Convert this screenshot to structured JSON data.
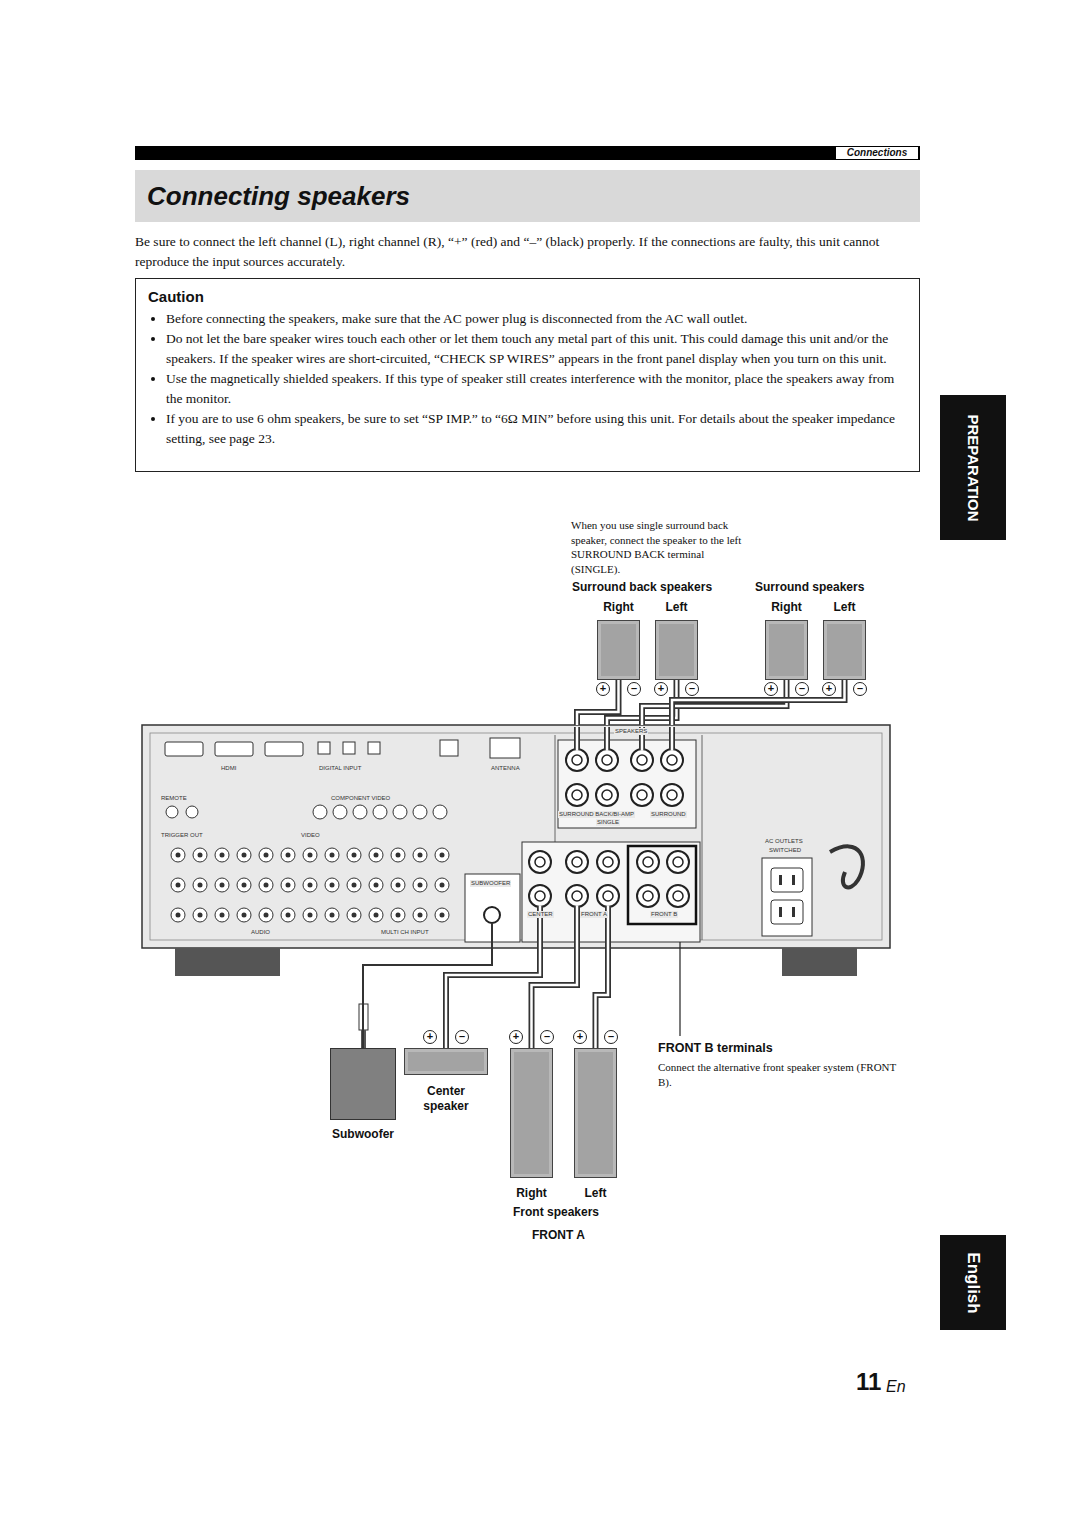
{
  "diagram": {
    "title": "Connecting speakers",
    "nodes": [
      {
        "text": [
          "Connections"
        ]
      },
      {
        "text": [
          "Connecting speakers"
        ]
      },
      {
        "text": [
          "Caution",
          "Before connecting the speakers, make sure that the AC power plug is disconnected from the AC wall outlet.",
          "Do not let the bare speaker wires touch each other or let them touch any metal part of this unit. This could damage this unit and/or the speakers. If the speaker wires are short-circuited, “CHECK SP WIRES” appears in the front panel display when you turn on this unit.",
          "Use the magnetically shielded speakers. If this type of speaker still creates interference with the monitor, place the speakers away from the monitor.",
          "If you are to use 6 ohm speakers, be sure to set “SP IMP.” to “6Ω MIN” before using this unit. For details about the speaker impedance setting, see page 23."
        ]
      },
      {
        "text": [
          "PREPARATION"
        ]
      },
      {
        "text": [
          "Right"
        ]
      },
      {
        "text": [
          "Left"
        ]
      },
      {
        "text": [
          "Right"
        ]
      },
      {
        "text": [
          "Left"
        ]
      },
      {
        "text": [
          "SPEAKERS",
          "SURROUND BACK/BI-AMP",
          "SURROUND",
          "SINGLE",
          "CENTER",
          "FRONT A",
          "FRONT B",
          "SUBWOOFER",
          "AC OUTLETS",
          "SWITCHED",
          "ANTENNA",
          "HDMI",
          "DIGITAL INPUT",
          "COMPONENT VIDEO",
          "VIDEO",
          "REMOTE",
          "TRIGGER OUT",
          "AUDIO",
          "MULTI CH INPUT"
        ]
      },
      {
        "text": [
          "Subwoofer"
        ]
      },
      {
        "text": [
          "Center speaker"
        ]
      },
      {
        "text": [
          "Right"
        ]
      },
      {
        "text": [
          "Left"
        ]
      },
      {
        "text": [
          "English"
        ]
      }
    ],
    "edges": [
      {
        "from": 4,
        "to": 8,
        "arrow": "none"
      },
      {
        "from": 5,
        "to": 8,
        "arrow": "none"
      },
      {
        "from": 6,
        "to": 8,
        "arrow": "none"
      },
      {
        "from": 7,
        "to": 8,
        "arrow": "none"
      },
      {
        "from": 9,
        "to": 8,
        "arrow": "none"
      },
      {
        "from": 10,
        "to": 8,
        "arrow": "none"
      },
      {
        "from": 11,
        "to": 8,
        "arrow": "none"
      },
      {
        "from": 12,
        "to": 8,
        "arrow": "none"
      }
    ],
    "labels": [
      "Be sure to connect the left channel (L), right channel (R), “+” (red) and “–” (black) properly. If the connections are faulty, this unit cannot reproduce the input sources accurately.",
      "When you use single surround back speaker, connect the speaker to the left SURROUND BACK terminal (SINGLE).",
      "Surround back speakers",
      "Surround speakers",
      "+",
      "–",
      "+",
      "–",
      "+",
      "–",
      "+",
      "–",
      "+",
      "–",
      "+",
      "–",
      "+",
      "–",
      "FRONT B terminals",
      "Connect the alternative front speaker system (FRONT B).",
      "Front speakers",
      "FRONT A",
      "11",
      "En"
    ]
  }
}
